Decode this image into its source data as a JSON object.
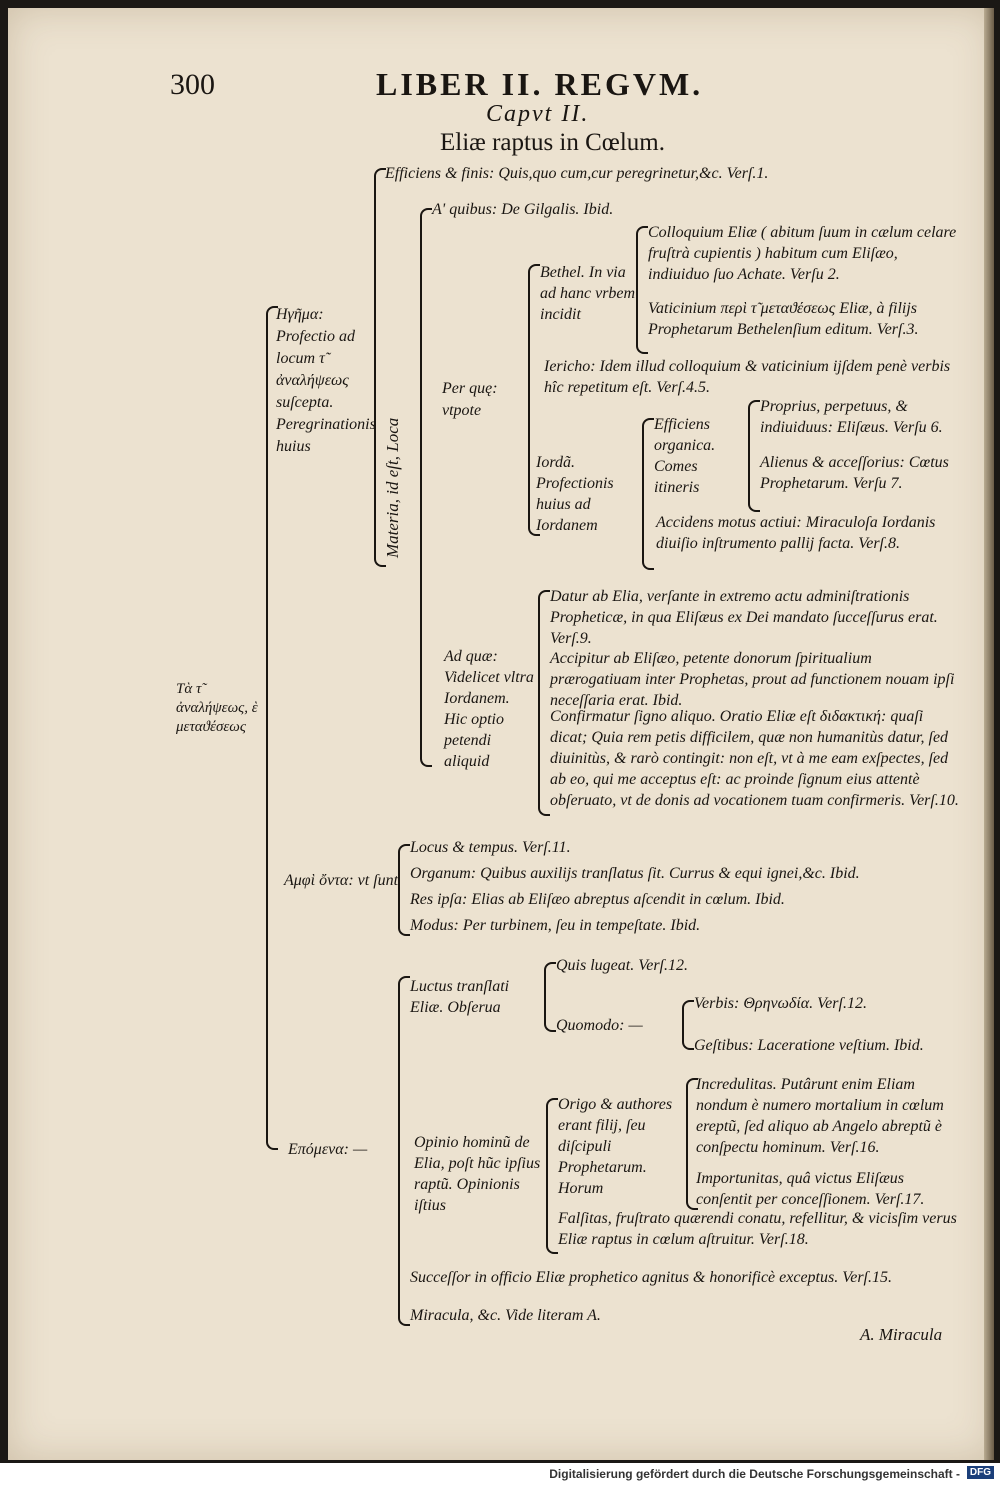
{
  "header": {
    "page_number": "300",
    "running_title": "LIBER II. REGVM.",
    "chapter": "Capvt II.",
    "title": "Eliæ raptus in Cœlum."
  },
  "root_label": "Τὰ τ̃ ἀναλήψεως, ὲ μεταϑέσεως",
  "efficiens": "Efficiens & finis: Quis,quo cum,cur peregrinetur,&c. Verſ.1.",
  "hegemma": {
    "label": "Ηγῆμα: Profectio ad locum τ̃ ἀναλήψεως suſcepta. Peregrinationis huius"
  },
  "materia_label": "Materia, id eſt, Loca",
  "a_quibus": "A' quibus: De Gilgalis. Ibid.",
  "per_quae": "Per quę: vtpote",
  "bethel": {
    "label": "Bethel. In via ad hanc vrbem incidit",
    "colloquium": "Colloquium Eliæ ( abitum ſuum in cælum celare fruſtrà cupientis ) habitum cum Eliſæo, indiuiduo ſuo Achate. Verſu 2.",
    "vaticinium": "Vaticinium περὶ τ̃ μεταϑέσεως Eliæ, à filijs Prophetarum Bethelenſium editum. Verſ.3."
  },
  "iericho": "Iericho: Idem illud colloquium & vaticinium ijſdem penè verbis hîc repetitum eſt. Verſ.4.5.",
  "iorda": {
    "label": "Iordã. Profectionis huius ad Iordanem",
    "efficiens": "Efficiens organica. Comes itineris",
    "proprius": "Proprius, perpetuus, & indiuiduus: Eliſæus. Verſu 6.",
    "alienus": "Alienus & acceſſorius: Cœtus Prophetarum. Verſu 7.",
    "accidens": "Accidens motus actiui: Miraculoſa Iordanis diuiſio inſtrumento pallij facta. Verſ.8."
  },
  "ad_quae": {
    "label": "Ad quæ: Videlicet vltra Iordanem. Hic optio petendi aliquid",
    "datur": "Datur ab Elia, verſante in extremo actu adminiſtrationis Propheticæ, in qua Eliſæus ex Dei mandato ſucceſſurus erat. Verſ.9.",
    "accipitur": "Accipitur ab Eliſæo, petente donorum ſpiritualium prærogatiuam inter Prophetas, prout ad functionem nouam ipſi neceſſaria erat. Ibid.",
    "confirmatur": "Confirmatur ſigno aliquo. Oratio Eliæ eſt διδακτική: quaſi dicat; Quia rem petis difficilem, quæ non humanitùs datur, ſed diuinitùs, & rarò contingit: non eſt, vt à me eam exſpectes, ſed ab eo, qui me acceptus eſt: ac proinde ſignum eius attentè obſeruato, vt de donis ad vocationem tuam confirmeris. Verſ.10."
  },
  "adjuncta": {
    "label": "Αμφὶ ὄντα: vt ſunt",
    "locus": "Locus & tempus. Verſ.11.",
    "organum": "Organum: Quibus auxilijs tranſlatus ſit. Currus & equi ignei,&c. Ibid.",
    "res": "Res ipſa: Elias ab Eliſæo abreptus aſcendit in cœlum. Ibid.",
    "modus": "Modus: Per turbinem, ſeu in tempeſtate. Ibid."
  },
  "epomena": {
    "label": "Επόμενα: —",
    "luctus": "Luctus tranſlati Eliæ. Obſerua",
    "quis": "Quis lugeat. Verſ.12.",
    "quomodo": "Quomodo: —",
    "verbis": "Verbis: Θρηνωδία. Verſ.12.",
    "gestibus": "Geſtibus: Laceratione veſtium. Ibid.",
    "opinio": "Opinio hominũ de Elia, poſt hũc ipſius raptũ. Opinionis iſtius",
    "origo": "Origo & authores erant filij, ſeu diſcipuli Prophetarum. Horum",
    "incredulitas": "Incredulitas. Putârunt enim Eliam nondum è numero mortalium in cœlum ereptũ, ſed aliquo ab Angelo abreptũ è conſpectu hominum. Verſ.16.",
    "importunitas": "Importunitas, quâ victus Eliſæus conſentit per conceſſionem. Verſ.17.",
    "falsitas": "Falſitas, fruſtrato quærendi conatu, refellitur, & vicisſim verus Eliæ raptus in cœlum aſtruitur. Verſ.18.",
    "successor": "Succeſſor in officio Eliæ prophetico agnitus & honorificè exceptus. Verſ.15.",
    "miracula": "Miracula, &c. Vide literam A."
  },
  "catchword": "A. Miracula",
  "footer": {
    "text": "Digitalisierung gefördert durch die Deutsche Forschungsgemeinschaft -",
    "logo": "DFG"
  }
}
